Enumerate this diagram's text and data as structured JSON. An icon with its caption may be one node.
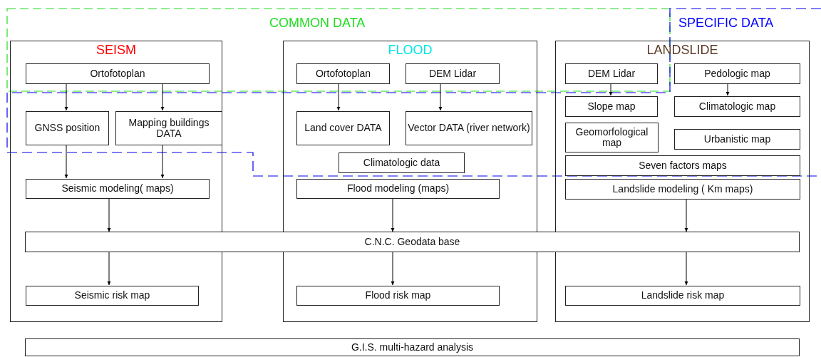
{
  "diagram": {
    "nodes": [
      {
        "text": [
          "SEISM"
        ]
      },
      {
        "text": [
          "Ortofotoplan"
        ],
        "in": 0
      },
      {
        "text": [
          "GNSS position"
        ],
        "in": 0
      },
      {
        "text": [
          "Mapping buildings DATA"
        ],
        "in": 0
      },
      {
        "text": [
          "Seismic modeling( maps)"
        ],
        "in": 0
      },
      {
        "text": [
          "FLOOD"
        ]
      },
      {
        "text": [
          "Ortofotoplan"
        ],
        "in": 5
      },
      {
        "text": [
          "DEM Lidar"
        ],
        "in": 5
      },
      {
        "text": [
          "Land cover DATA"
        ],
        "in": 5
      },
      {
        "text": [
          "Vector DATA (river network)"
        ],
        "in": 5
      },
      {
        "text": [
          "Climatologic data"
        ],
        "in": 5
      },
      {
        "text": [
          "Flood modeling (maps)"
        ],
        "in": 5
      },
      {
        "text": [
          "LANDSLIDE"
        ]
      },
      {
        "text": [
          "DEM Lidar"
        ],
        "in": 12
      },
      {
        "text": [
          "Pedologic map"
        ],
        "in": 12
      },
      {
        "text": [
          "Slope map"
        ],
        "in": 12
      },
      {
        "text": [
          "Climatologic map"
        ],
        "in": 12
      },
      {
        "text": [
          "Geomorfological map"
        ],
        "in": 12
      },
      {
        "text": [
          "Urbanistic map"
        ],
        "in": 12
      },
      {
        "text": [
          "Seven factors maps"
        ],
        "in": 12
      },
      {
        "text": [
          "Landslide modeling ( Km maps)"
        ],
        "in": 12
      },
      {
        "text": [
          "C.N.C. Geodata base"
        ]
      },
      {
        "text": [
          "Seismic risk map"
        ],
        "in": 0
      },
      {
        "text": [
          "Flood risk map"
        ],
        "in": 5
      },
      {
        "text": [
          "Landslide risk map"
        ],
        "in": 12
      },
      {
        "text": [
          "G.I.S. multi-hazard analysis"
        ]
      }
    ],
    "edges": [
      {
        "from": 1,
        "to": 2,
        "arrow": "to"
      },
      {
        "from": 1,
        "to": 3,
        "arrow": "to"
      },
      {
        "from": 2,
        "to": 4,
        "arrow": "to"
      },
      {
        "from": 3,
        "to": 4,
        "arrow": "to"
      },
      {
        "from": 6,
        "to": 8,
        "arrow": "to"
      },
      {
        "from": 7,
        "to": 9,
        "arrow": "to"
      },
      {
        "from": 13,
        "to": 15,
        "arrow": "to"
      },
      {
        "from": 14,
        "to": 16,
        "arrow": "to"
      },
      {
        "from": 4,
        "to": 21,
        "arrow": "to"
      },
      {
        "from": 11,
        "to": 21,
        "arrow": "to"
      },
      {
        "from": 20,
        "to": 21,
        "arrow": "to"
      },
      {
        "from": 21,
        "to": 22,
        "arrow": "to"
      },
      {
        "from": 21,
        "to": 23,
        "arrow": "to"
      },
      {
        "from": 21,
        "to": 24,
        "arrow": "to"
      }
    ],
    "labels": [
      "COMMON DATA",
      "SPECIFIC DATA"
    ]
  }
}
